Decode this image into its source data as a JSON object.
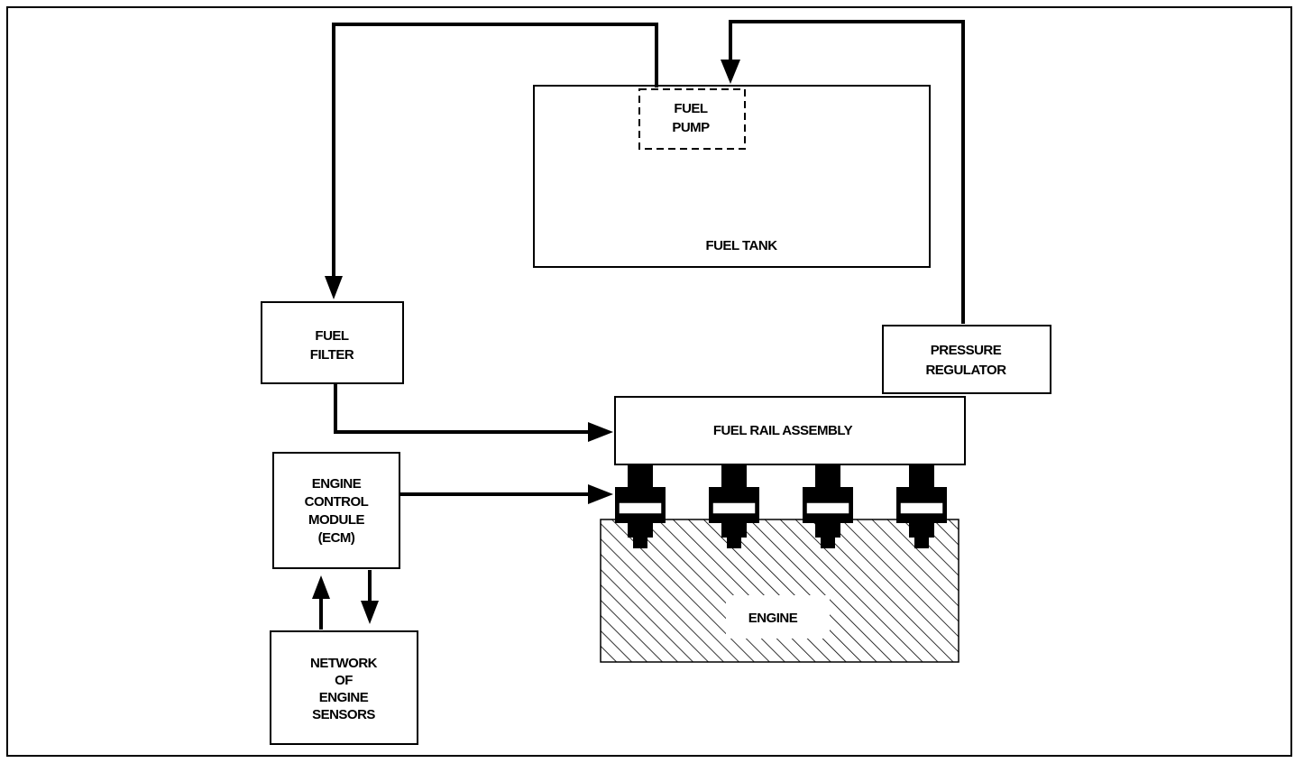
{
  "labels": {
    "fuel_pump": [
      "FUEL",
      "PUMP"
    ],
    "fuel_tank": "FUEL TANK",
    "fuel_filter": [
      "FUEL",
      "FILTER"
    ],
    "pressure_regulator": [
      "PRESSURE",
      "REGULATOR"
    ],
    "fuel_rail": "FUEL RAIL ASSEMBLY",
    "ecm": [
      "ENGINE",
      "CONTROL",
      "MODULE",
      "(ECM)"
    ],
    "sensors": [
      "NETWORK",
      "OF",
      "ENGINE",
      "SENSORS"
    ],
    "engine": "ENGINE"
  },
  "injector_count": 4
}
